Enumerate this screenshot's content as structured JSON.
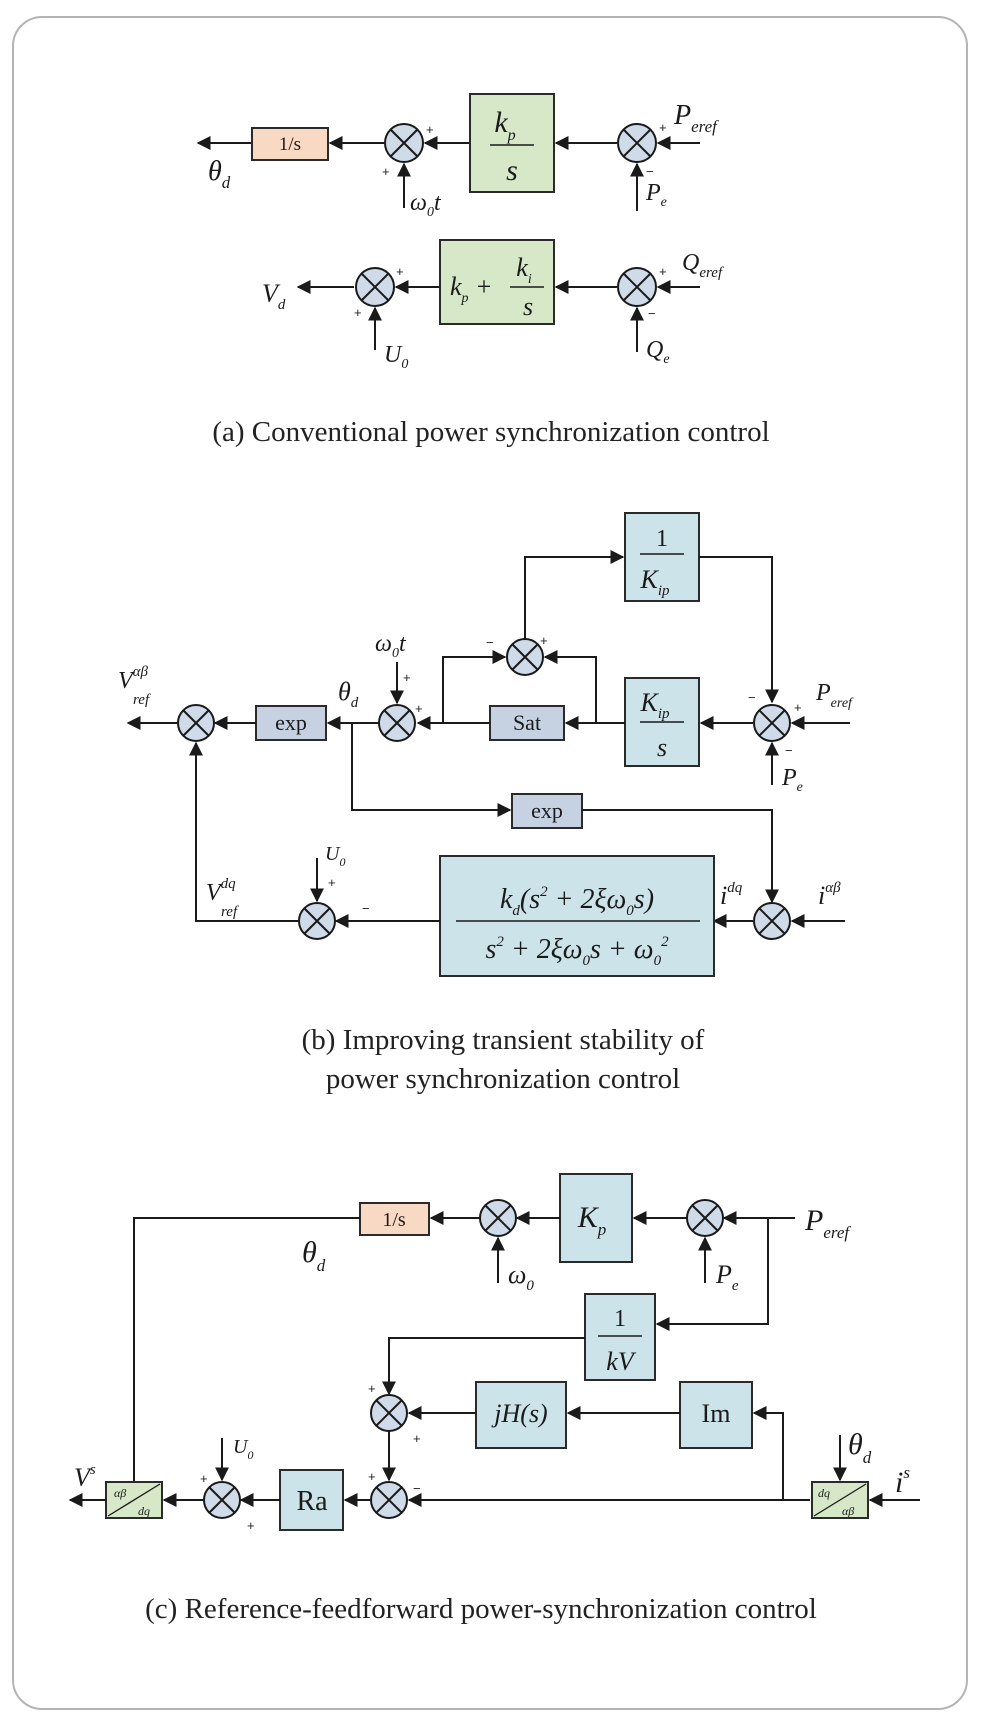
{
  "captions": {
    "a": "(a) Conventional power synchronization control",
    "b_line1": "(b) Improving transient stability of",
    "b_line2": "power synchronization control",
    "c": "(c) Reference-feedforward power-synchronization control"
  },
  "blocks": {
    "integrator_label": "1/s",
    "exp_label": "exp",
    "sat_label": "Sat",
    "im_label": "Im",
    "ra_label": "Ra"
  },
  "signals": {
    "theta": "θ",
    "d_sub": "d",
    "omega": "ω",
    "zero_sub": "0",
    "t": "t",
    "P": "P",
    "Q": "Q",
    "eref_sub": "eref",
    "e_sub": "e",
    "V": "V",
    "U": "U",
    "ref_sub": "ref",
    "alphabeta": "αβ",
    "dq": "dq",
    "i": "i",
    "s_sup": "s"
  },
  "signs": {
    "plus": "+",
    "minus": "−"
  },
  "colors": {
    "green_block": "#d7e8c9",
    "blue_block": "#cde3ea",
    "grey_block": "#c6d2e2",
    "pink_block": "#f8d9c4",
    "sum_node": "#cfdbe9"
  }
}
